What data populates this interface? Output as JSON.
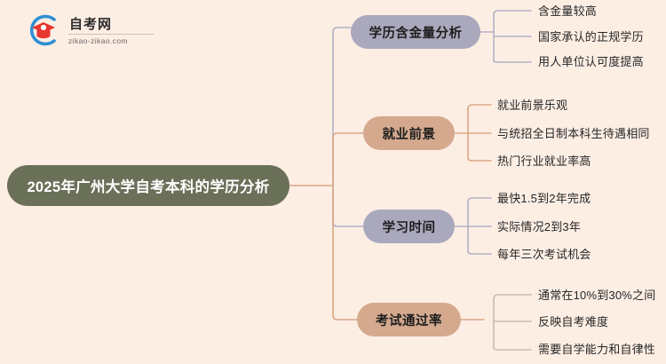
{
  "watermark": {
    "logo_icon": "graduation-cap-in-c-arc",
    "title": "自考网",
    "domain": "zikao-zikao.com",
    "arc_color": "#2d8fd5",
    "cap_color": "#e8352d"
  },
  "theme": {
    "background": "#fdeee4",
    "root_fill": "#6b7059",
    "root_text": "#ffffff",
    "purple_fill": "#a9a8bc",
    "tan_fill": "#d4a98e",
    "purple_line": "#b3b1c4",
    "tan_line": "#d9a886",
    "leaf_text": "#262626"
  },
  "mindmap": {
    "root": {
      "label": "2025年广州大学自考本科的学历分析"
    },
    "branches": [
      {
        "label": "学历含金量分析",
        "color": "purple",
        "leaves": [
          {
            "label": "含金量较高"
          },
          {
            "label": "国家承认的正规学历"
          },
          {
            "label": "用人单位认可度提高"
          }
        ]
      },
      {
        "label": "就业前景",
        "color": "tan",
        "leaves": [
          {
            "label": "就业前景乐观"
          },
          {
            "label": "与统招全日制本科生待遇相同"
          },
          {
            "label": "热门行业就业率高"
          }
        ]
      },
      {
        "label": "学习时间",
        "color": "purple",
        "leaves": [
          {
            "label": "最快1.5到2年完成"
          },
          {
            "label": "实际情况2到3年"
          },
          {
            "label": "每年三次考试机会"
          }
        ]
      },
      {
        "label": "考试通过率",
        "color": "tan",
        "leaves": [
          {
            "label": "通常在10%到30%之间"
          },
          {
            "label": "反映自考难度"
          },
          {
            "label": "需要自学能力和自律性"
          }
        ]
      }
    ]
  }
}
